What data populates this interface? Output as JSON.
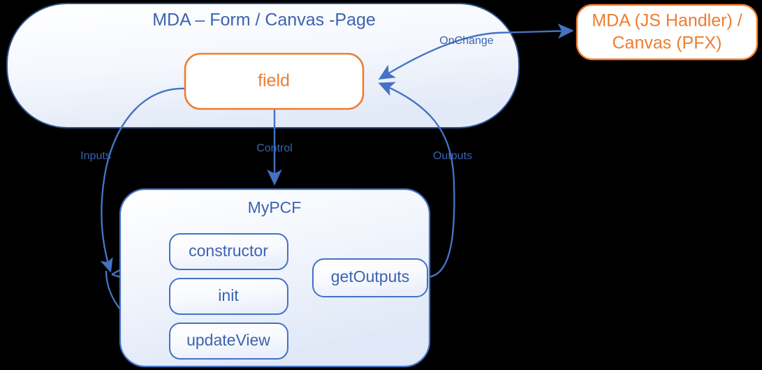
{
  "diagram": {
    "title": "PCF control lifecycle diagram",
    "background_color": "#000000",
    "accent_blue": "#4472C4",
    "accent_orange": "#ED7D31",
    "text_blue": "#3b63b0"
  },
  "containers": {
    "host": {
      "label": "MDA – Form / Canvas -Page",
      "border_color": "#2F528F",
      "fill_from": "#ffffff",
      "fill_to": "#e8edf8"
    },
    "control": {
      "label": "MyPCF",
      "border_color": "#4472C4",
      "fill_from": "#ffffff",
      "fill_to": "#e4ebf8"
    }
  },
  "nodes": {
    "field": {
      "label": "field",
      "border_color": "#ED7D31",
      "text_color": "#ED7D31",
      "fill": "#ffffff"
    },
    "handler": {
      "line1": "MDA (JS Handler) /",
      "line2": "Canvas (PFX)",
      "border_color": "#ED7D31",
      "text_color": "#ED7D31",
      "fill": "#ffffff"
    },
    "methods": [
      {
        "label": "constructor"
      },
      {
        "label": "init"
      },
      {
        "label": "updateView"
      }
    ],
    "get_outputs": {
      "label": "getOutputs"
    }
  },
  "edges": [
    {
      "id": "onchange",
      "label": "OnChange",
      "from": "field",
      "to": "handler"
    },
    {
      "id": "inputs",
      "label": "Inputs",
      "from": "field",
      "to": "methods"
    },
    {
      "id": "control",
      "label": "Control",
      "from": "field",
      "to": "MyPCF"
    },
    {
      "id": "outputs",
      "label": "Outputs",
      "from": "getOutputs",
      "to": "field"
    }
  ]
}
